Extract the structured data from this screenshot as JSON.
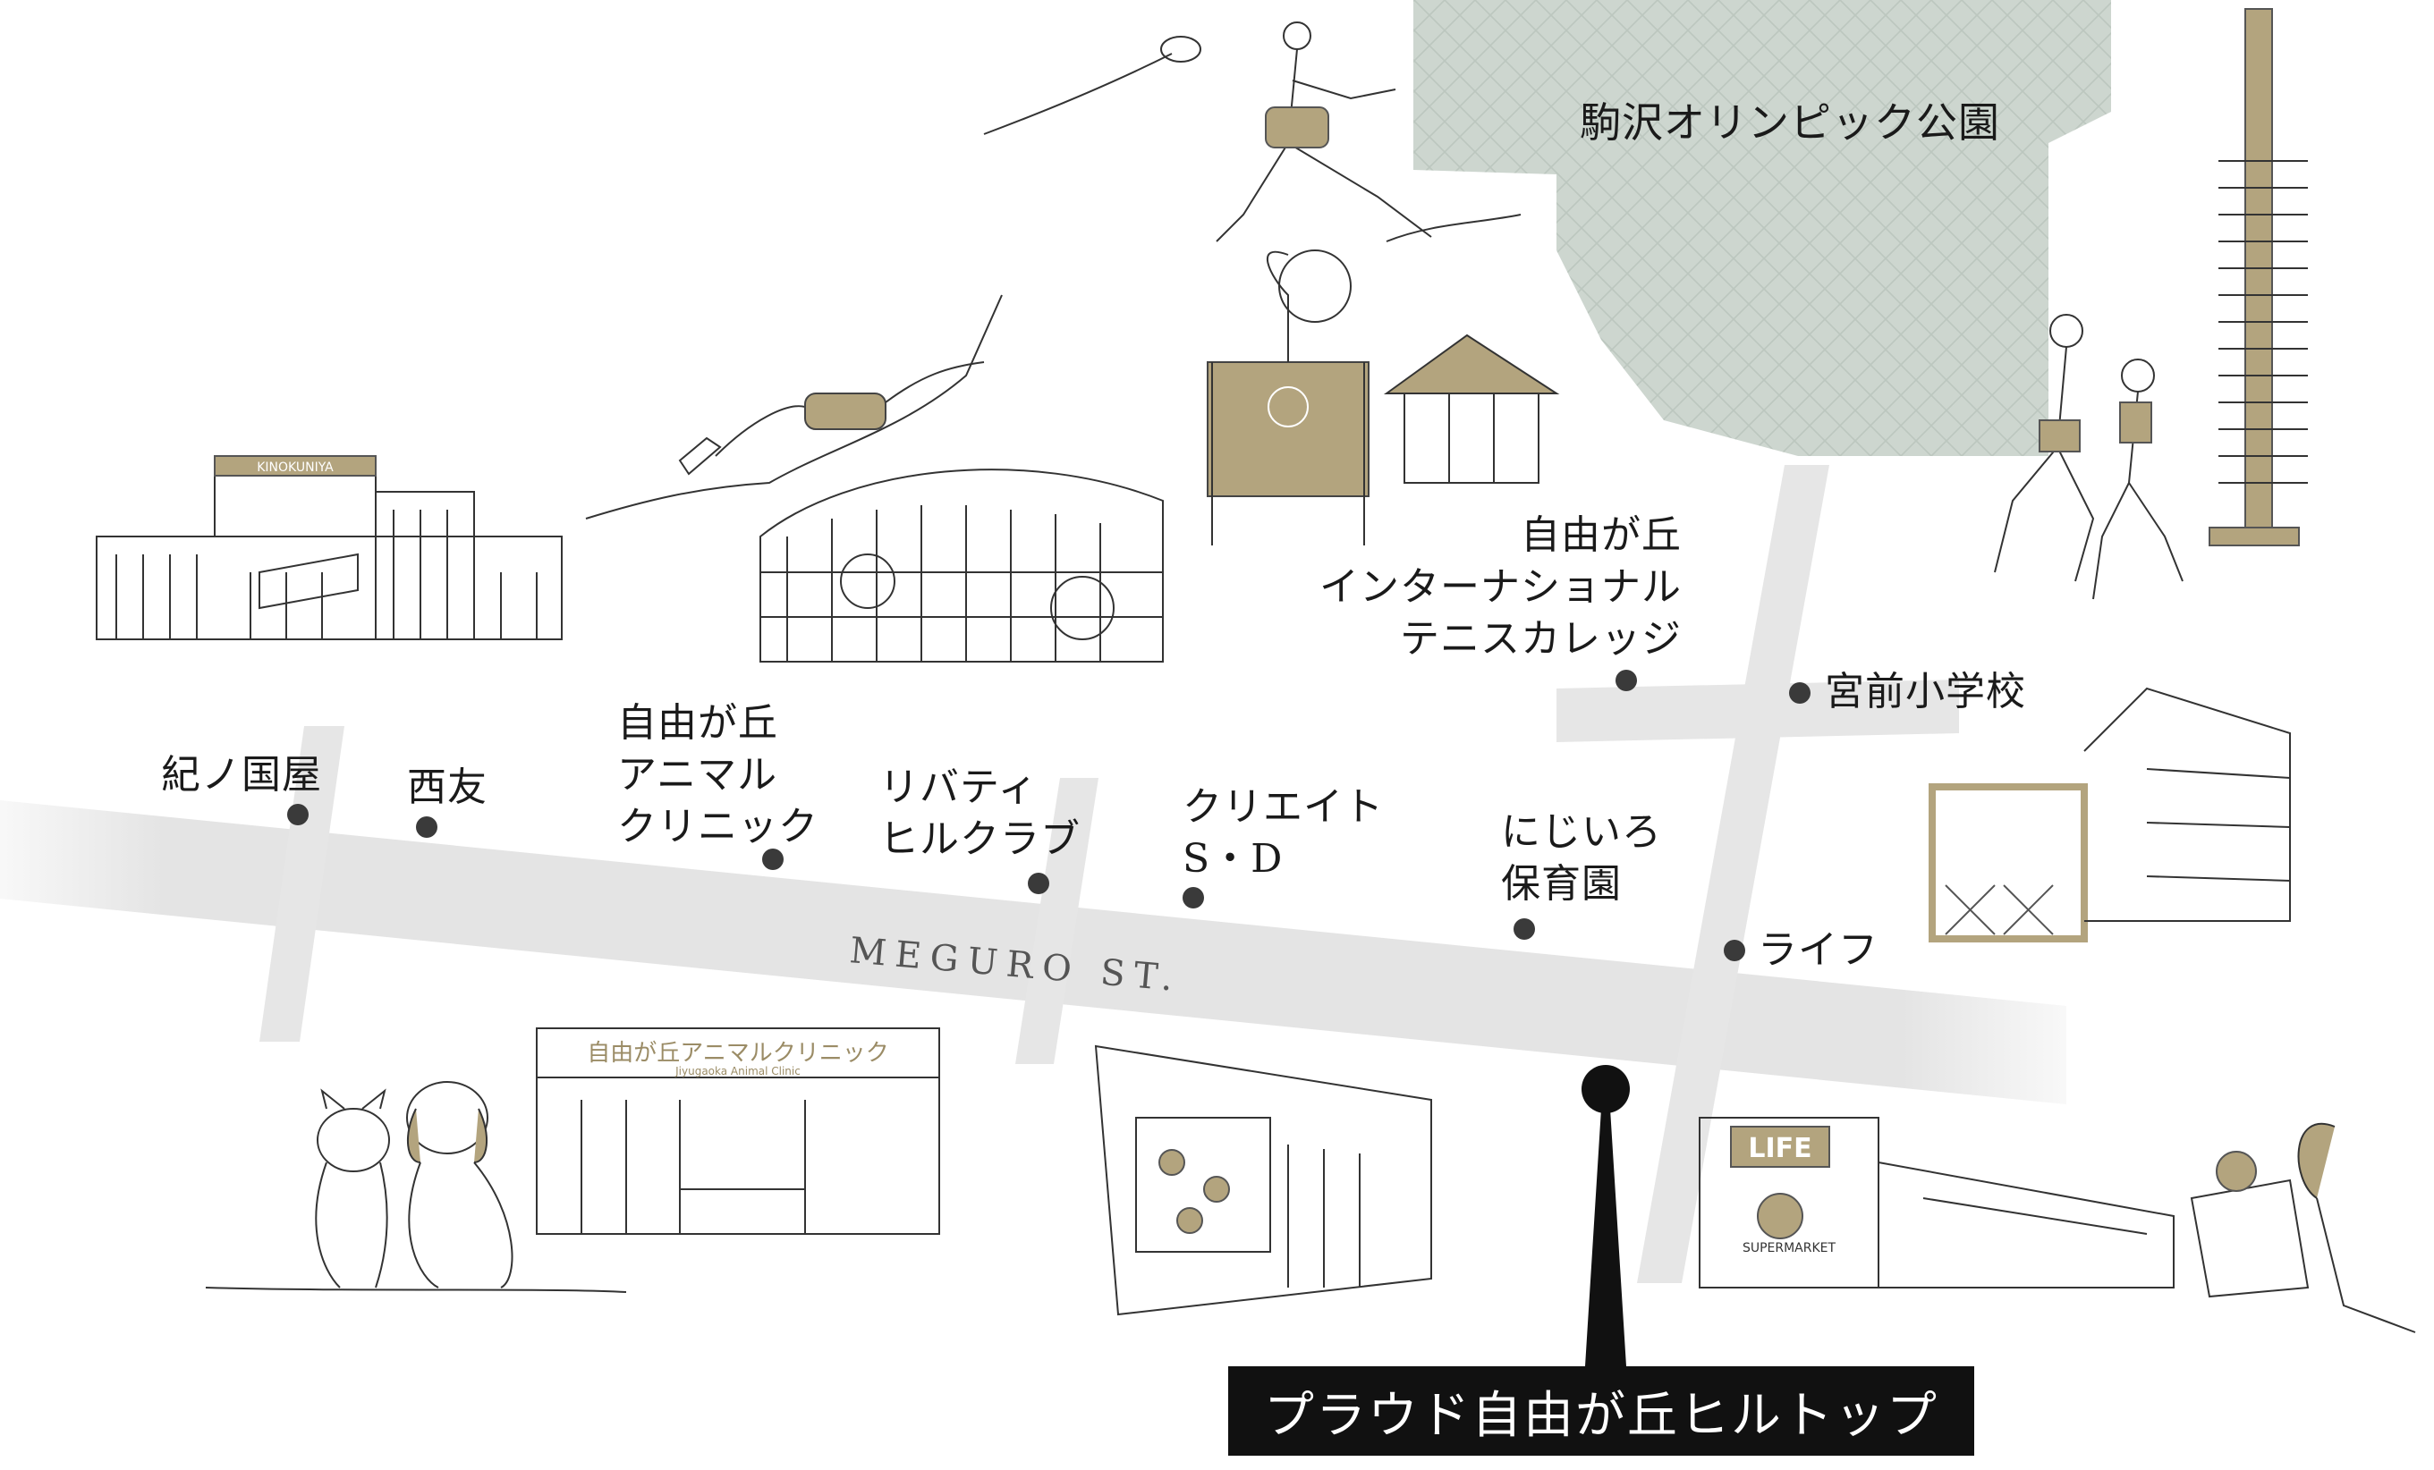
{
  "map": {
    "park": {
      "name": "駒沢オリンピック公園"
    },
    "street": {
      "name": "MEGURO ST."
    },
    "property": {
      "name": "プラウド自由が丘ヒルトップ"
    },
    "places": {
      "kinokuniya": "紀ノ国屋",
      "seiyu": "西友",
      "animal_clinic": "自由が丘\nアニマル\nクリニック",
      "liberty_hill_club": "リバティ\nヒルクラブ",
      "create_sd": "クリエイト\nS・D",
      "tennis_college": "自由が丘\nインターナショナル\nテニスカレッジ",
      "miyamae_school": "宮前小学校",
      "nijiiro_nursery": "にじいろ\n保育園",
      "life": "ライフ"
    },
    "signage": {
      "kinokuniya_sign": "KINOKUNIYA",
      "clinic_sign": "自由が丘アニマルクリニック",
      "clinic_sign_sub": "Jiyugaoka Animal Clinic",
      "life_logo": "LIFE",
      "life_sub": "SUPERMARKET"
    },
    "colors": {
      "accent_gold": "#b3a47e",
      "park_green": "#cdd6cf",
      "road_gray": "#e4e4e4",
      "marker_dark": "#3a3a3a",
      "banner_black": "#111111"
    },
    "icons": {
      "location_pin": "location-pin-icon",
      "place_dot": "place-dot-icon"
    }
  }
}
